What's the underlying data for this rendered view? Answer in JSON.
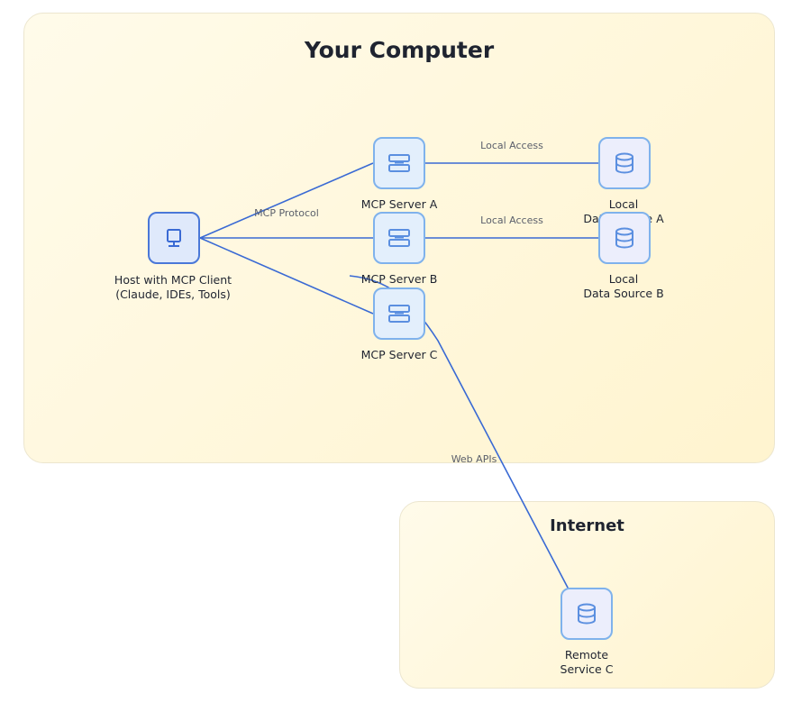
{
  "groups": {
    "computer": {
      "title": "Your Computer"
    },
    "internet": {
      "title": "Internet"
    }
  },
  "nodes": {
    "host": {
      "line1": "Host with MCP Client",
      "line2": "(Claude, IDEs, Tools)",
      "icon": "monitor-icon"
    },
    "server_a": {
      "line1": "MCP Server A",
      "icon": "server-icon"
    },
    "server_b": {
      "line1": "MCP Server B",
      "icon": "server-icon"
    },
    "server_c": {
      "line1": "MCP Server C",
      "icon": "server-icon"
    },
    "data_a": {
      "line1": "Local",
      "line2": "Data Source A",
      "icon": "database-icon"
    },
    "data_b": {
      "line1": "Local",
      "line2": "Data Source B",
      "icon": "database-icon"
    },
    "remote_c": {
      "line1": "Remote",
      "line2": "Service C",
      "icon": "database-icon"
    }
  },
  "edges": {
    "host_server_a": "MCP Protocol",
    "server_a_data_a": "Local Access",
    "server_b_data_b": "Local Access",
    "server_c_remote": "Web APIs"
  },
  "colors": {
    "edge": "#3a6ad4",
    "group_fill": "#fff6d6",
    "host_border": "#4a78d8",
    "node_border": "#7fb2ec"
  }
}
